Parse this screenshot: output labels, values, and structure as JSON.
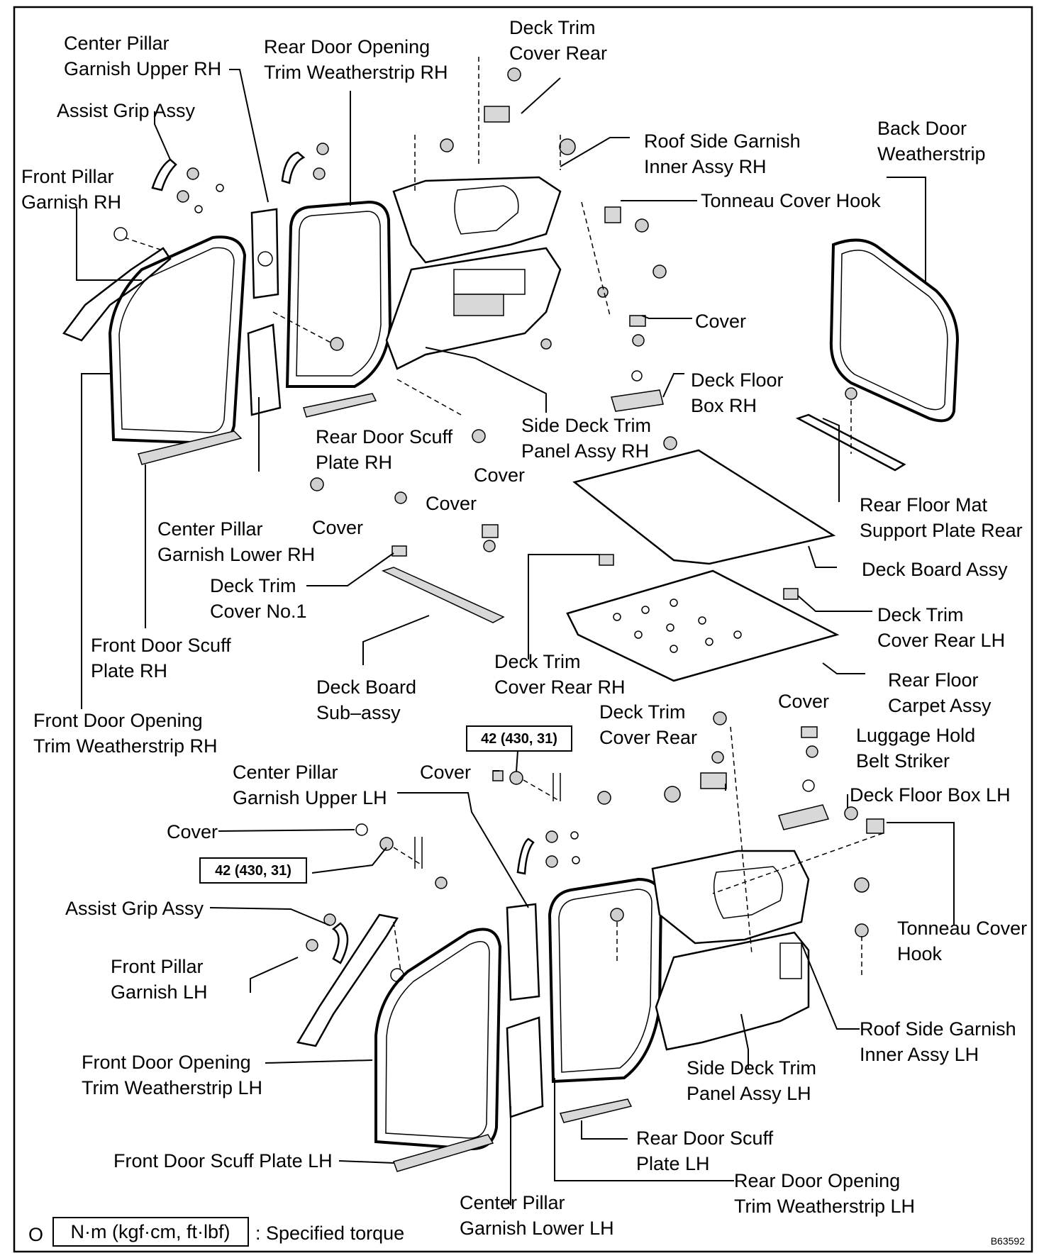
{
  "diagram": {
    "labels": {
      "center_pillar_garnish_upper_rh": [
        "Center Pillar",
        "Garnish Upper RH"
      ],
      "rear_door_opening_trim_weatherstrip_rh": [
        "Rear Door Opening",
        "Trim Weatherstrip RH"
      ],
      "deck_trim_cover_rear_top": [
        "Deck Trim",
        "Cover Rear"
      ],
      "assist_grip_assy_top": [
        "Assist Grip Assy"
      ],
      "roof_side_garnish_inner_assy_rh": [
        "Roof Side Garnish",
        "Inner Assy RH"
      ],
      "back_door_weatherstrip": [
        "Back Door",
        "Weatherstrip"
      ],
      "front_pillar_garnish_rh": [
        "Front Pillar",
        "Garnish RH"
      ],
      "tonneau_cover_hook_top": [
        "Tonneau Cover Hook"
      ],
      "cover_1": [
        "Cover"
      ],
      "deck_floor_box_rh": [
        "Deck Floor",
        "Box RH"
      ],
      "side_deck_trim_panel_assy_rh": [
        "Side Deck Trim",
        "Panel Assy RH"
      ],
      "rear_door_scuff_plate_rh": [
        "Rear Door Scuff",
        "Plate RH"
      ],
      "cover_2": [
        "Cover"
      ],
      "cover_3": [
        "Cover"
      ],
      "cover_4": [
        "Cover"
      ],
      "rear_floor_mat_support_plate_rear": [
        "Rear Floor Mat",
        "Support Plate Rear"
      ],
      "center_pillar_garnish_lower_rh": [
        "Center Pillar",
        "Garnish Lower RH"
      ],
      "deck_board_assy": [
        "Deck Board Assy"
      ],
      "deck_trim_cover_no1": [
        "Deck Trim",
        "Cover No.1"
      ],
      "deck_trim_cover_rear_lh": [
        "Deck Trim",
        "Cover Rear LH"
      ],
      "front_door_scuff_plate_rh": [
        "Front Door Scuff",
        "Plate RH"
      ],
      "deck_trim_cover_rear_rh": [
        "Deck Trim",
        "Cover Rear RH"
      ],
      "rear_floor_carpet_assy": [
        "Rear Floor",
        "Carpet Assy"
      ],
      "deck_board_sub_assy": [
        "Deck Board",
        "Sub–assy"
      ],
      "front_door_opening_trim_weatherstrip_rh": [
        "Front Door Opening",
        "Trim Weatherstrip RH"
      ],
      "deck_trim_cover_rear_mid": [
        "Deck Trim",
        "Cover Rear"
      ],
      "cover_5": [
        "Cover"
      ],
      "luggage_hold_belt_striker": [
        "Luggage Hold",
        "Belt Striker"
      ],
      "center_pillar_garnish_upper_lh": [
        "Center Pillar",
        "Garnish Upper LH"
      ],
      "cover_6": [
        "Cover"
      ],
      "deck_floor_box_lh": [
        "Deck Floor Box LH"
      ],
      "cover_7": [
        "Cover"
      ],
      "assist_grip_assy_bottom": [
        "Assist Grip Assy"
      ],
      "tonneau_cover_hook_bottom": [
        "Tonneau Cover",
        "Hook"
      ],
      "front_pillar_garnish_lh": [
        "Front Pillar",
        "Garnish LH"
      ],
      "roof_side_garnish_inner_assy_lh": [
        "Roof Side Garnish",
        "Inner Assy LH"
      ],
      "front_door_opening_trim_weatherstrip_lh": [
        "Front Door Opening",
        "Trim Weatherstrip LH"
      ],
      "side_deck_trim_panel_assy_lh": [
        "Side Deck Trim",
        "Panel Assy LH"
      ],
      "rear_door_scuff_plate_lh": [
        "Rear Door Scuff",
        "Plate LH"
      ],
      "front_door_scuff_plate_lh": [
        "Front Door Scuff Plate LH"
      ],
      "rear_door_opening_trim_weatherstrip_lh": [
        "Rear Door Opening",
        "Trim Weatherstrip LH"
      ],
      "center_pillar_garnish_lower_lh": [
        "Center Pillar",
        "Garnish Lower LH"
      ]
    },
    "torque_values": {
      "torque_1": "42 (430, 31)",
      "torque_2": "42 (430, 31)"
    },
    "legend": {
      "marker": "O",
      "unit_box": "N·m (kgf·cm, ft·lbf)",
      "text": ": Specified torque"
    },
    "figure_code": "B63592"
  }
}
